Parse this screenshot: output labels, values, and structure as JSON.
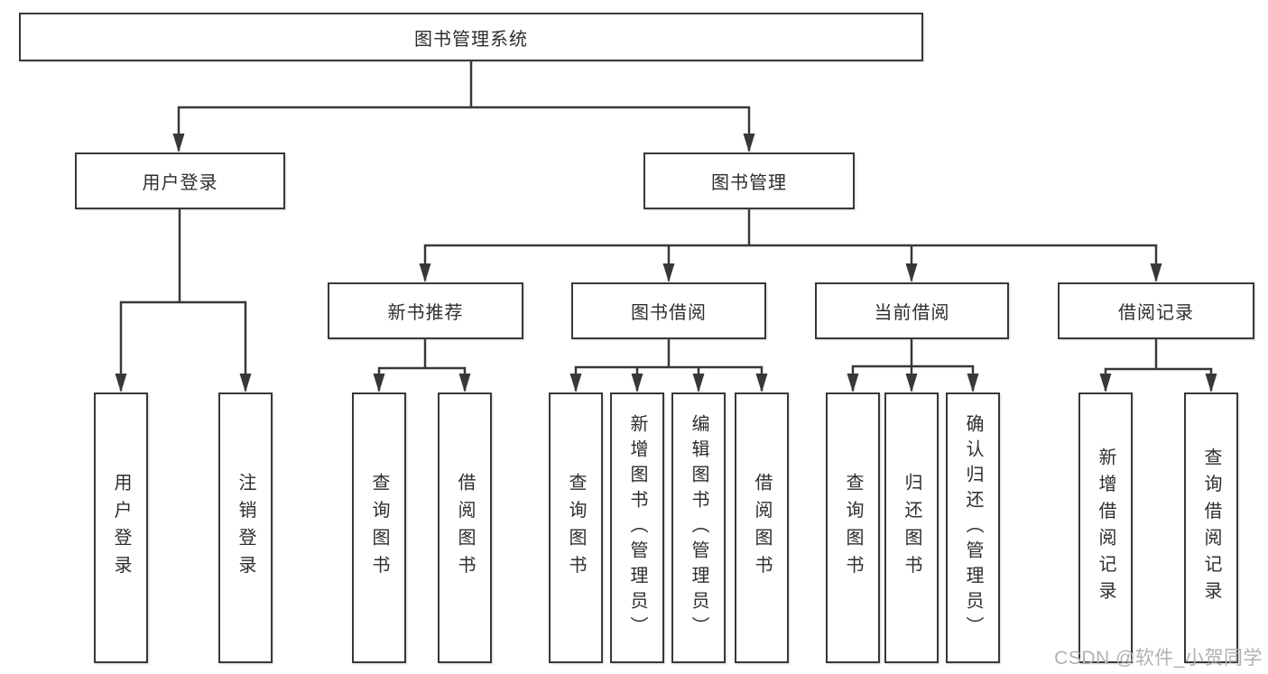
{
  "tree": {
    "root": "图书管理系统",
    "children": [
      {
        "label": "用户登录",
        "children": [
          "用户登录",
          "注销登录"
        ]
      },
      {
        "label": "图书管理",
        "children": [
          {
            "label": "新书推荐",
            "children": [
              "查询图书",
              "借阅图书"
            ]
          },
          {
            "label": "图书借阅",
            "children": [
              "查询图书",
              "新增图书（管理员）",
              "编辑图书（管理员）",
              "借阅图书"
            ]
          },
          {
            "label": "当前借阅",
            "children": [
              "查询图书",
              "归还图书",
              "确认归还（管理员）"
            ]
          },
          {
            "label": "借阅记录",
            "children": [
              "新增借阅记录",
              "查询借阅记录"
            ]
          }
        ]
      }
    ]
  },
  "watermark": {
    "text": "CSDN @软件_小贺同学"
  },
  "colors": {
    "line": "#383838",
    "box_border": "#383838",
    "text": "#2e2e2e",
    "watermark": "#b1b1b1",
    "background": "#ffffff"
  }
}
